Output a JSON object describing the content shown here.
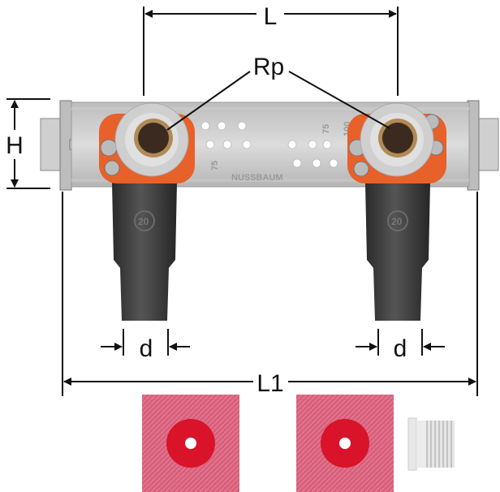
{
  "dimensions": {
    "length": "L",
    "thread": "Rp",
    "height": "H",
    "diameter_left": "d",
    "diameter_right": "d",
    "total_length": "L1"
  },
  "markings": {
    "brand": "NUSSBAUM",
    "spacing_a": "75",
    "spacing_b": "75",
    "spacing_c": "100",
    "size_left": "20",
    "size_right": "20"
  },
  "colors": {
    "flange": "#e8602a",
    "bracket": "#d4d4d4",
    "tube": "#3d3d3d",
    "sleeve_pad": "#d9607a",
    "gasket": "#d8132a"
  }
}
